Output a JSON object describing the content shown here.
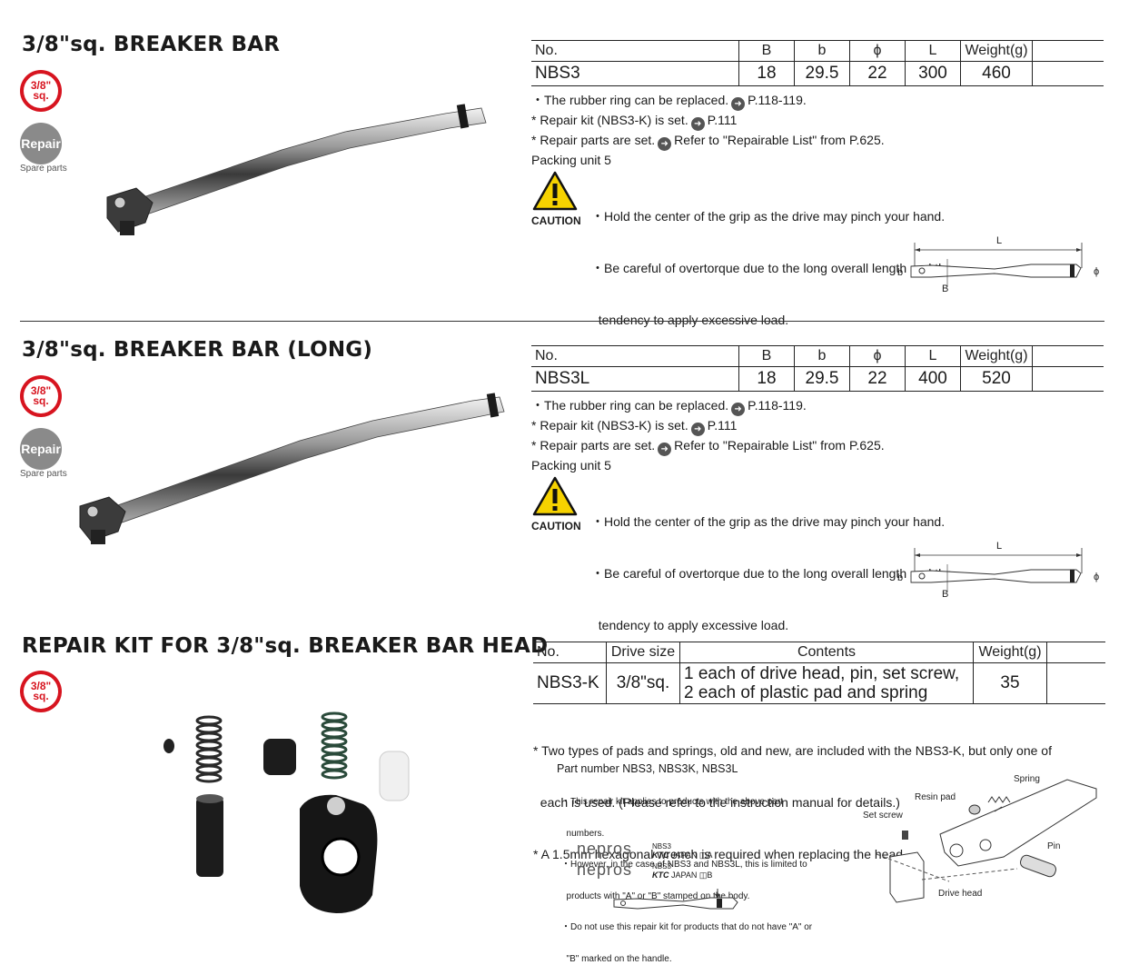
{
  "sections": [
    {
      "title": "3/8\"sq. BREAKER BAR",
      "badge_top": "3/8\"",
      "badge_bottom": "sq.",
      "repair_label": "Repair",
      "spare_label": "Spare parts",
      "headers": [
        "No.",
        "B",
        "b",
        "ϕ",
        "L",
        "Weight(g)",
        ""
      ],
      "row": [
        "NBS3",
        "18",
        "29.5",
        "22",
        "300",
        "460",
        ""
      ],
      "notes": [
        {
          "prefix": "・The rubber ring can be replaced.",
          "ref": "P.118-119."
        },
        {
          "prefix": "* Repair kit (NBS3-K) is set.",
          "ref": "P.111"
        },
        {
          "prefix": "* Repair parts are set.",
          "ref": "Refer to \"Repairable List\" from P.625."
        }
      ],
      "packing": "Packing unit 5",
      "caution_label": "CAUTION",
      "caution_lines": [
        "・Hold the center of the grip as the drive may pinch your hand.",
        "・Be careful of overtorque due to the long overall length and the",
        "  tendency to apply excessive load."
      ],
      "dim_labels": {
        "L": "L",
        "b": "b",
        "B": "B",
        "phi": "ϕ"
      }
    },
    {
      "title": "3/8\"sq. BREAKER BAR (LONG)",
      "badge_top": "3/8\"",
      "badge_bottom": "sq.",
      "repair_label": "Repair",
      "spare_label": "Spare parts",
      "headers": [
        "No.",
        "B",
        "b",
        "ϕ",
        "L",
        "Weight(g)",
        ""
      ],
      "row": [
        "NBS3L",
        "18",
        "29.5",
        "22",
        "400",
        "520",
        ""
      ],
      "notes": [
        {
          "prefix": "・The rubber ring can be replaced.",
          "ref": "P.118-119."
        },
        {
          "prefix": "* Repair kit (NBS3-K) is set.",
          "ref": "P.111"
        },
        {
          "prefix": "* Repair parts are set.",
          "ref": "Refer to \"Repairable List\" from P.625."
        }
      ],
      "packing": "Packing unit 5",
      "caution_label": "CAUTION",
      "caution_lines": [
        "・Hold the center of the grip as the drive may pinch your hand.",
        "・Be careful of overtorque due to the long overall length and the",
        "  tendency to apply excessive load."
      ],
      "dim_labels": {
        "L": "L",
        "b": "b",
        "B": "B",
        "phi": "ϕ"
      }
    }
  ],
  "kit": {
    "title": "REPAIR KIT FOR 3/8\"sq. BREAKER BAR HEAD",
    "badge_top": "3/8\"",
    "badge_bottom": "sq.",
    "headers": [
      "No.",
      "Drive size",
      "Contents",
      "Weight(g)",
      ""
    ],
    "row": {
      "no": "NBS3-K",
      "drive": "3/8\"sq.",
      "contents_1": "1 each of drive head, pin, set screw,",
      "contents_2": "2 each of plastic pad and spring",
      "weight": "35"
    },
    "notes": [
      "* Two types of pads and springs, old and new, are included with the NBS3-K, but only one of",
      "  each is used. (Please refer to the instruction manual for details.)",
      "* A 1.5mm hexagonal wrench is required when replacing the head."
    ],
    "part_number_line": "Part number NBS3, NBS3K, NBS3L",
    "small_notes": [
      "・This repair kit applies to products with the above part",
      "  numbers.",
      "・However, in the case of NBS3 and NBS3L, this is limited to",
      "  products with \"A\" or \"B\" stamped on the body.",
      "・Do not use this repair kit for products that do not have \"A\" or",
      "  \"B\" marked on the handle."
    ],
    "stamp_brand": "nepros",
    "stamp_model": "NBS3",
    "stamp_maker": "KTC",
    "stamp_country": "JAPAN",
    "stamp_a": "A",
    "stamp_b": "B",
    "diagram_labels": {
      "resin_pad": "Resin pad",
      "spring": "Spring",
      "set_screw": "Set screw",
      "pin": "Pin",
      "drive_head": "Drive head"
    }
  }
}
